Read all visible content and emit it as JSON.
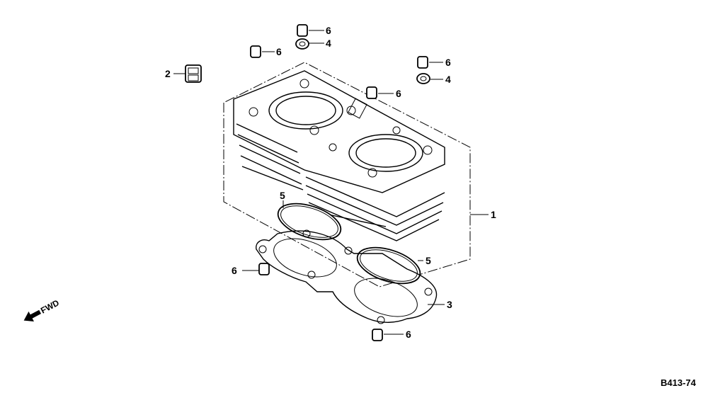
{
  "diagram": {
    "code": "B413-74",
    "fwd_label": "FWD",
    "callouts": [
      {
        "label": "1",
        "part": "cylinder"
      },
      {
        "label": "2",
        "part": "clip"
      },
      {
        "label": "3",
        "part": "cylinder-base-gasket"
      },
      {
        "label": "4",
        "part": "o-ring"
      },
      {
        "label": "5",
        "part": "o-ring"
      },
      {
        "label": "6",
        "part": "dowel-pin"
      }
    ]
  }
}
